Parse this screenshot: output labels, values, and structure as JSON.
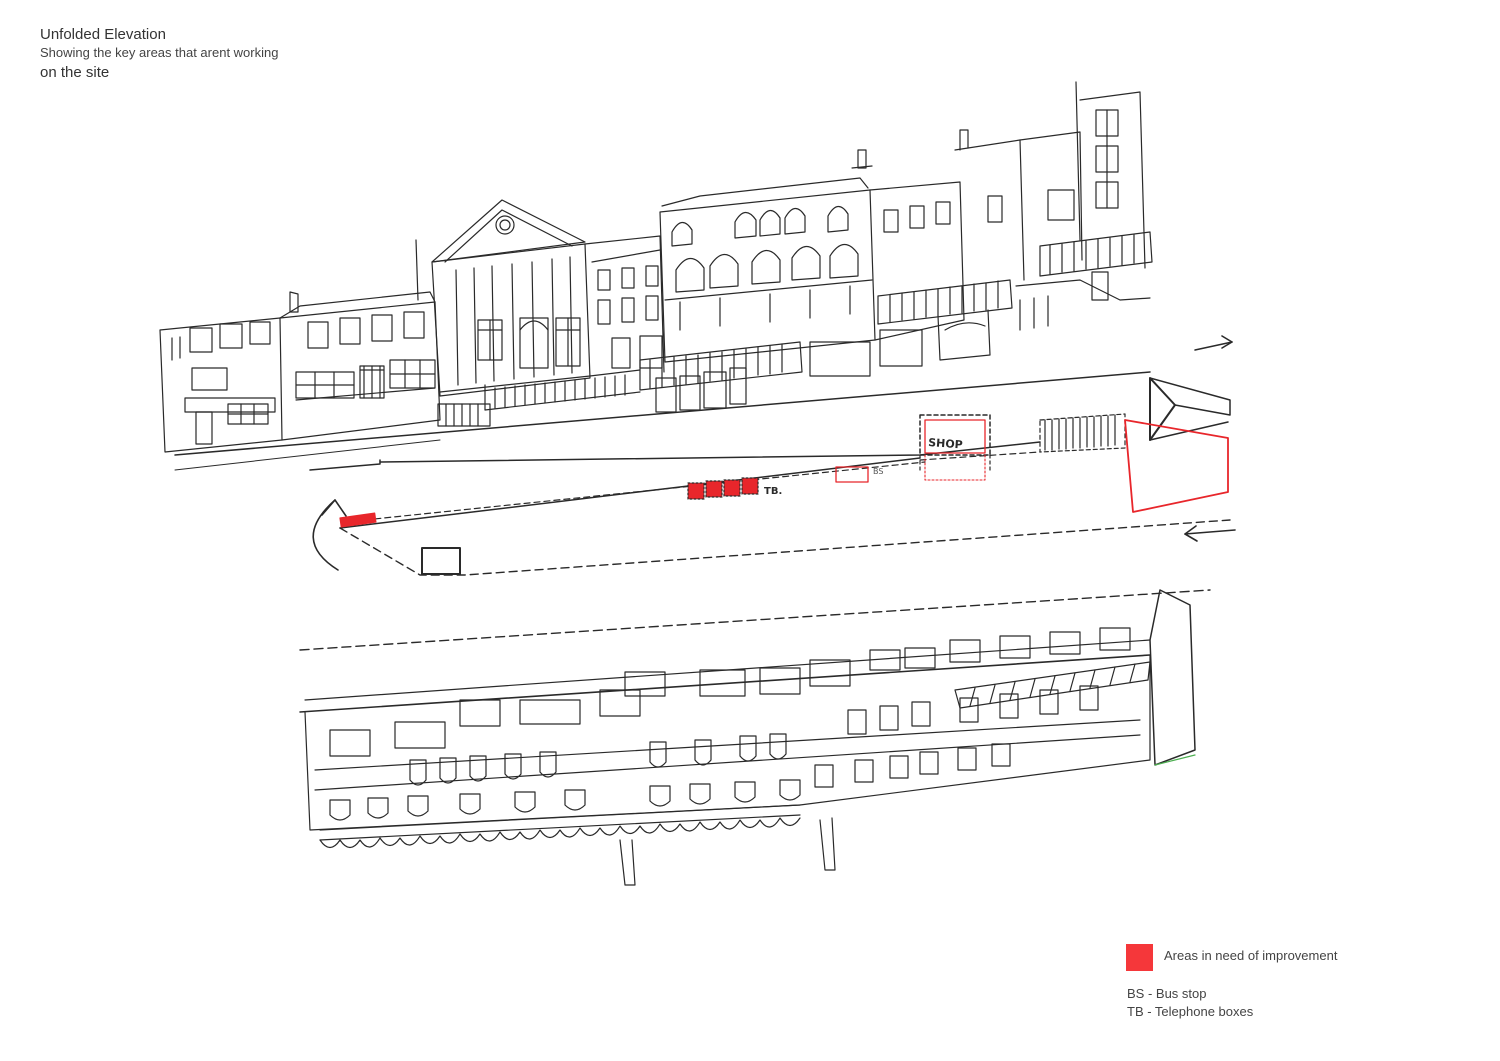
{
  "header": {
    "title": "Unfolded  Elevation",
    "subtitle": "Showing the key areas that arent working",
    "subtitle2": "on the site"
  },
  "sketch_labels": {
    "shop": "SHOP",
    "bus_stop": "BS",
    "telephone_boxes": "TB."
  },
  "legend": {
    "improvement_label": "Areas in need of improvement",
    "improvement_color": "#f5373a",
    "abbreviations": [
      "BS - Bus stop",
      "TB - Telephone boxes"
    ]
  },
  "colors": {
    "ink": "#2a2a2a",
    "highlight": "#e8262b"
  }
}
